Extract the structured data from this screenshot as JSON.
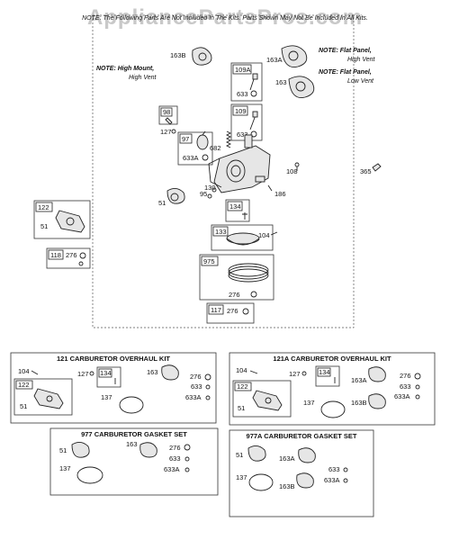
{
  "watermark": "AppliancePartsPros.com",
  "header_note": "NOTE: The Following Parts Are Not Included In The Kits. Parts Shown May Not Be Included In All Kits.",
  "notes": {
    "high_mount": [
      "NOTE: High Mount,",
      "High Vent"
    ],
    "flat_high": [
      "NOTE: Flat Panel,",
      "High Vent"
    ],
    "flat_low": [
      "NOTE: Flat Panel,",
      "Low Vent"
    ]
  },
  "part_labels": {
    "p163B": "163B",
    "p163A": "163A",
    "p163": "163",
    "p109A": "109A",
    "p633a": "633",
    "p109": "109",
    "p633b": "633",
    "p98": "98",
    "p127": "127",
    "p97": "97",
    "p682": "682",
    "p633A": "633A",
    "p108": "108",
    "p130": "130",
    "p95": "95",
    "p186": "186",
    "p365": "365",
    "p51": "51",
    "p122": "122",
    "p51b": "51",
    "p134": "134",
    "p133": "133",
    "p104": "104",
    "p118": "118",
    "p276": "276",
    "p975": "975",
    "p276b": "276",
    "p117": "117",
    "p276c": "276"
  },
  "kits": [
    {
      "title": "121 CARBURETOR OVERHAUL KIT",
      "labels": [
        "104",
        "127",
        "134",
        "163",
        "276",
        "633",
        "633A",
        "122",
        "51",
        "137"
      ]
    },
    {
      "title": "121A CARBURETOR OVERHAUL KIT",
      "labels": [
        "104",
        "127",
        "134",
        "163A",
        "276",
        "633",
        "633A",
        "122",
        "51",
        "137",
        "163B"
      ]
    },
    {
      "title": "977 CARBURETOR GASKET SET",
      "labels": [
        "51",
        "163",
        "276",
        "633",
        "633A",
        "137"
      ]
    },
    {
      "title": "977A CARBURETOR GASKET SET",
      "labels": [
        "51",
        "163A",
        "633",
        "633A",
        "137",
        "163B"
      ]
    }
  ]
}
